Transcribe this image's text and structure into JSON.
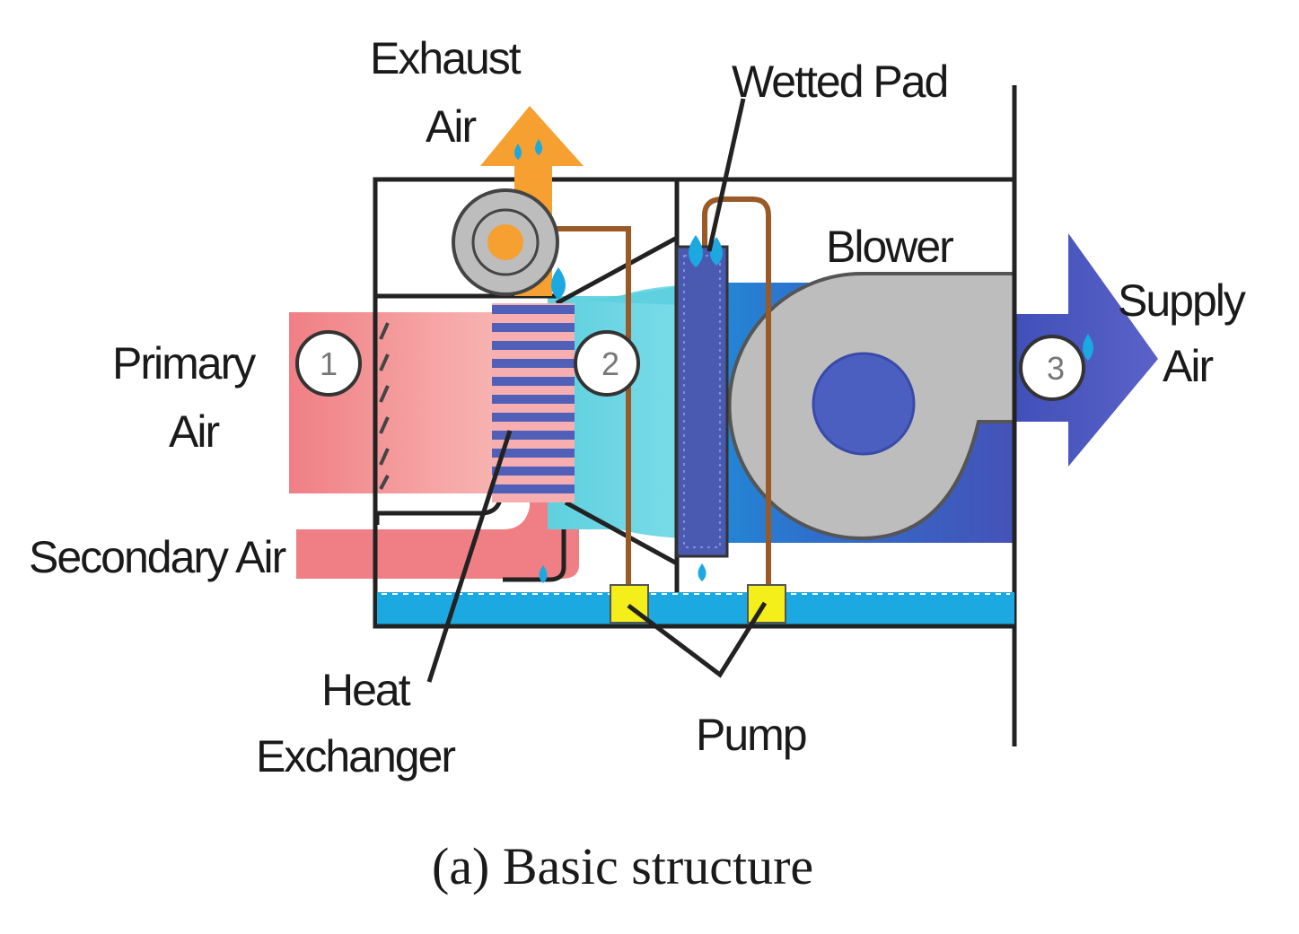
{
  "labels": {
    "exhaust_air_1": "Exhaust",
    "exhaust_air_2": "Air",
    "wetted_pad": "Wetted Pad",
    "blower": "Blower",
    "supply_air_1": "Supply",
    "supply_air_2": "Air",
    "primary_air_1": "Primary",
    "primary_air_2": "Air",
    "secondary_air": "Secondary Air",
    "heat_exchanger_1": "Heat",
    "heat_exchanger_2": "Exchanger",
    "pump": "Pump"
  },
  "states": {
    "s1": "1",
    "s2": "2",
    "s3": "3"
  },
  "caption": "(a) Basic structure",
  "colors": {
    "primary_air": "#f07f85",
    "cooled_air": "#5ed0e0",
    "supply_air": "#4a5fc0",
    "exhaust_air": "#f5a030",
    "water": "#1ca8e0",
    "pump": "#f4ee1a",
    "pipe": "#9a5a28",
    "housing_gray": "#bdbdbd"
  }
}
